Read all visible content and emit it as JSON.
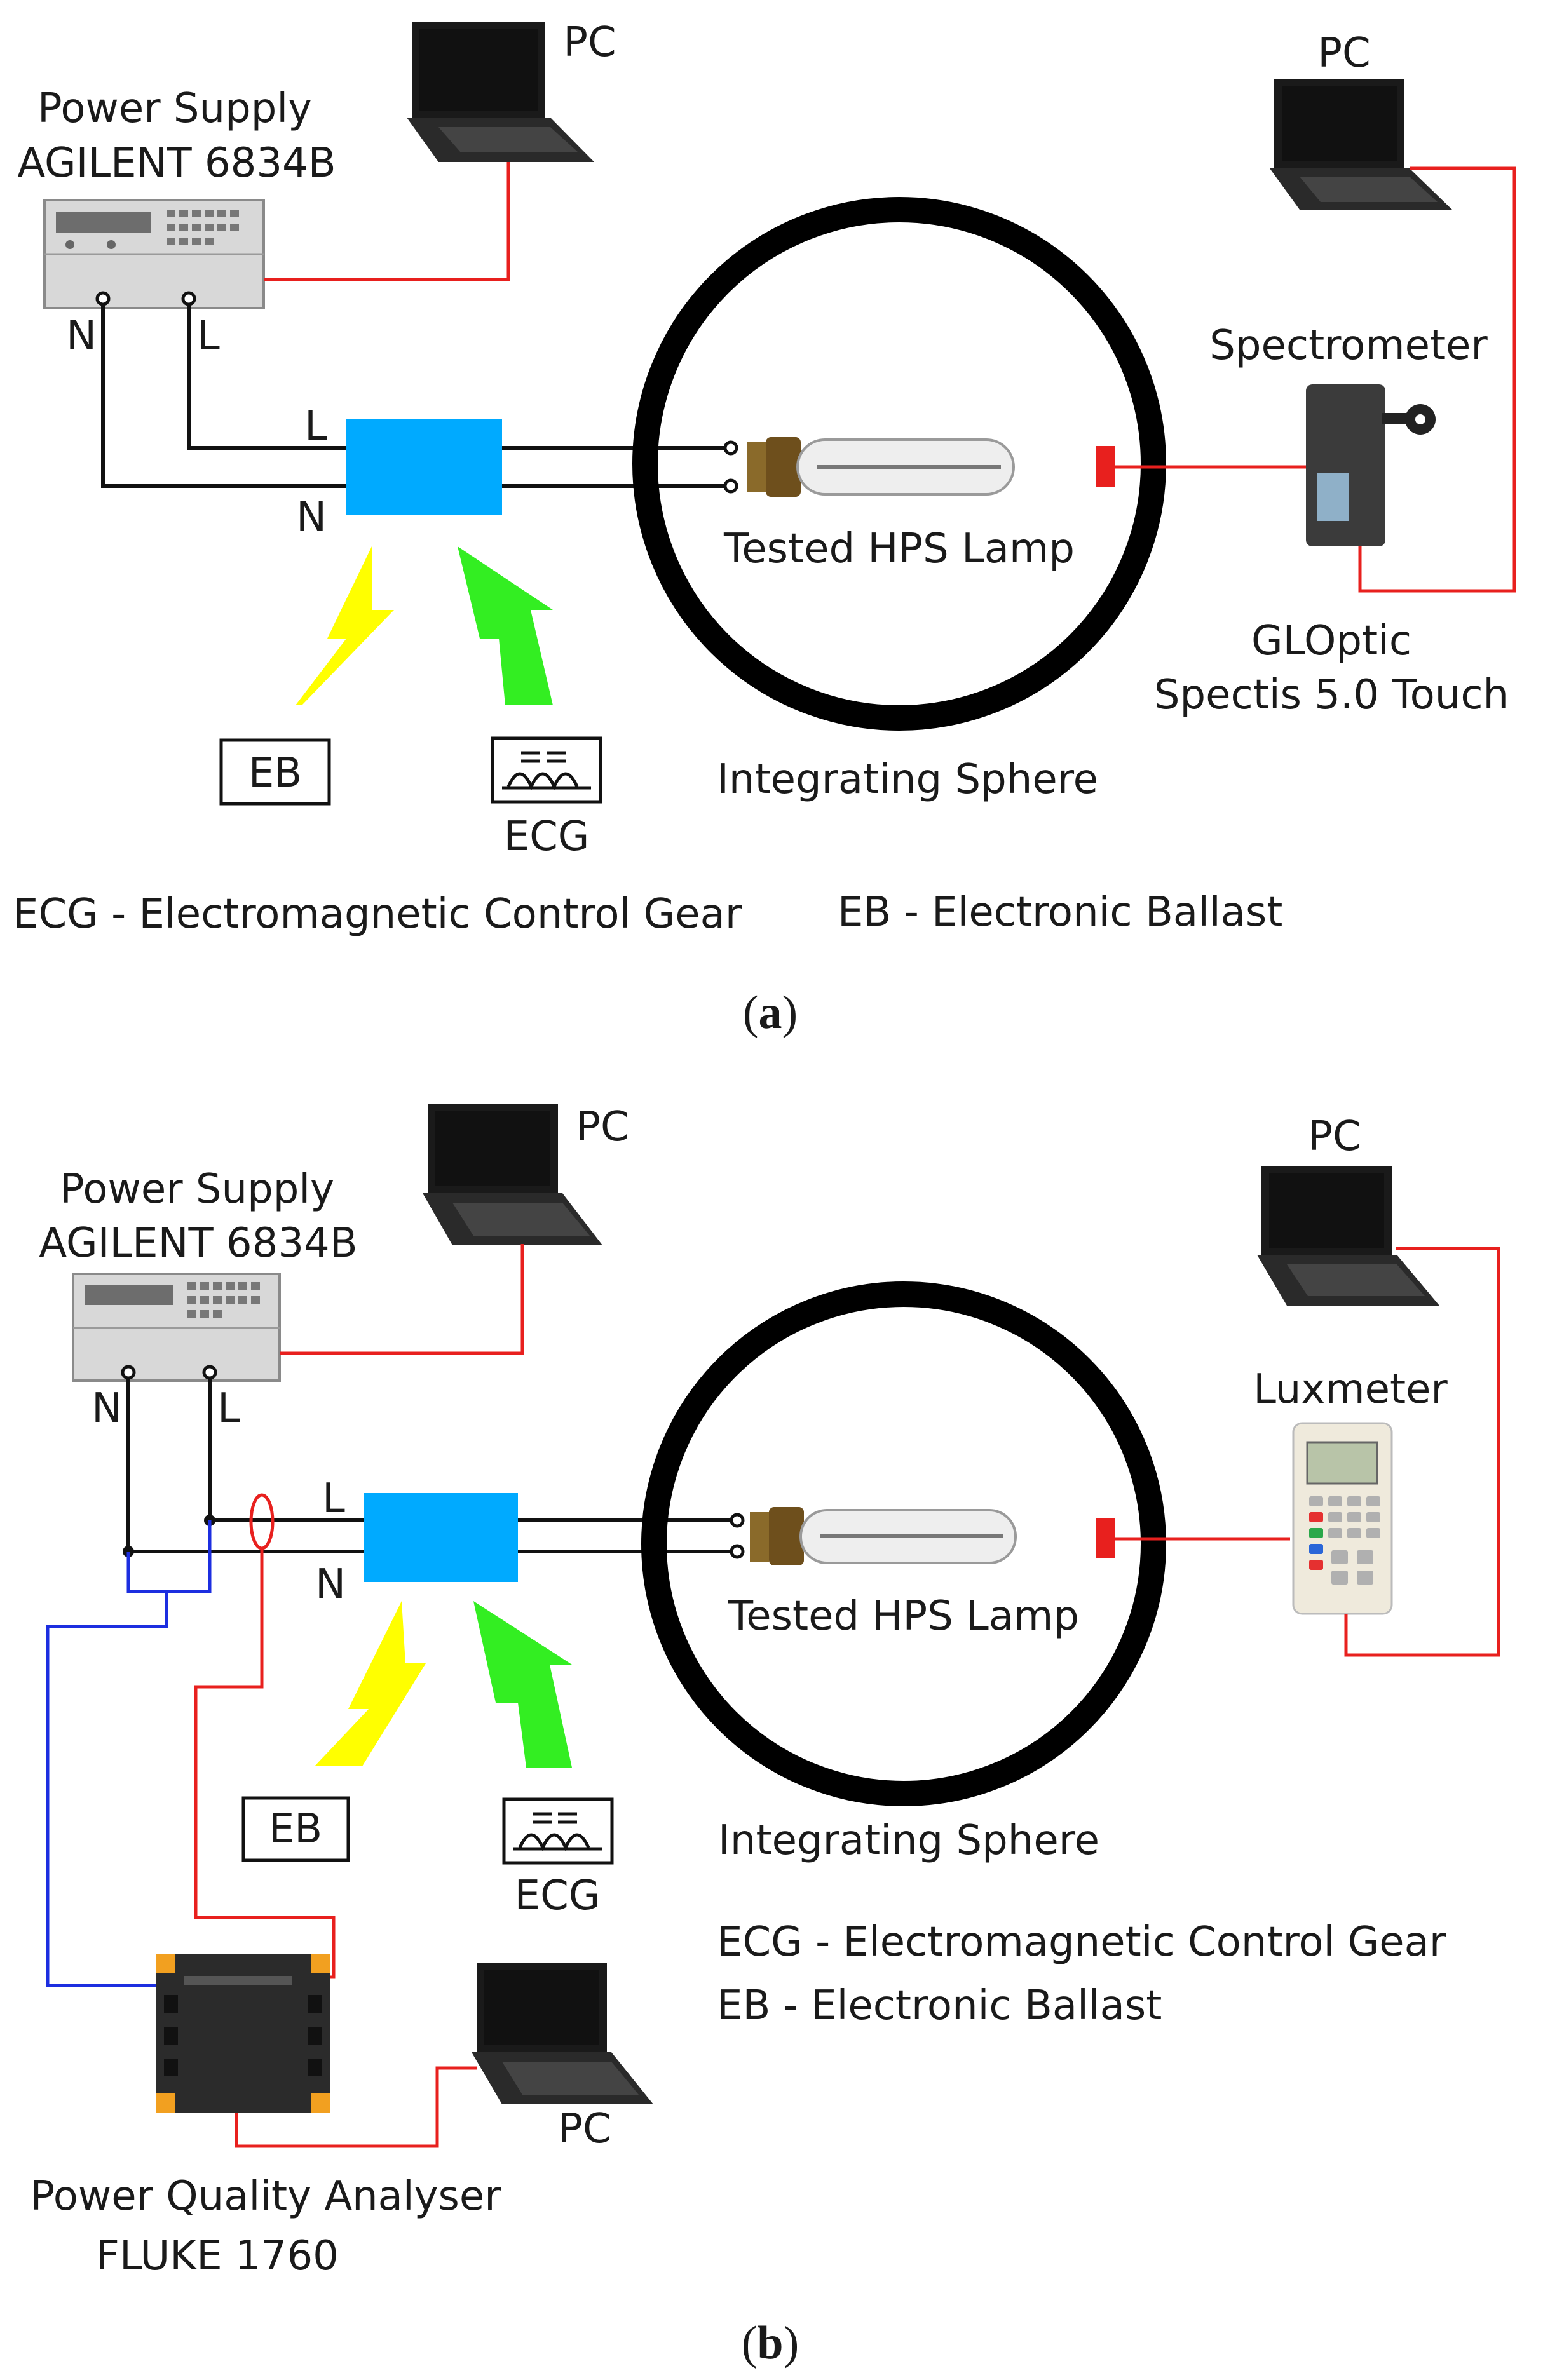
{
  "panel_a": {
    "power_supply_line1": "Power Supply",
    "power_supply_line2": "AGILENT 6834B",
    "pc_label": "PC",
    "pc_right_label": "PC",
    "spectrometer_label": "Spectrometer",
    "spectrometer_model_line1": "GLOptic",
    "spectrometer_model_line2": "Spectis 5.0 Touch",
    "terminal_n": "N",
    "terminal_l": "L",
    "line_l": "L",
    "line_n": "N",
    "lamp_label": "Tested HPS Lamp",
    "sphere_label": "Integrating Sphere",
    "eb_box": "EB",
    "ecg_label": "ECG",
    "legend_ecg": "ECG - Electromagnetic Control Gear",
    "legend_eb": "EB - Electronic Ballast",
    "caption_open": "(",
    "caption_letter": "a",
    "caption_close": ")"
  },
  "panel_b": {
    "power_supply_line1": "Power Supply",
    "power_supply_line2": "AGILENT 6834B",
    "pc_label": "PC",
    "pc_right_label": "PC",
    "pc_bottom_label": "PC",
    "luxmeter_label": "Luxmeter",
    "terminal_n": "N",
    "terminal_l": "L",
    "line_l": "L",
    "line_n": "N",
    "lamp_label": "Tested HPS Lamp",
    "sphere_label": "Integrating Sphere",
    "eb_box": "EB",
    "ecg_label": "ECG",
    "legend_ecg": "ECG - Electromagnetic Control Gear",
    "legend_eb": "EB - Electronic Ballast",
    "analyser_line1": "Power Quality Analyser",
    "analyser_line2": "FLUKE 1760",
    "caption_open": "(",
    "caption_letter": "b",
    "caption_close": ")"
  },
  "colors": {
    "wire": "#111111",
    "signal_wire": "#e8201e",
    "measurement_wire": "#1c2ee0",
    "ballast_box": "#00aaff",
    "eb_arrow": "#ffff00",
    "ecg_arrow": "#33ee22",
    "sensor": "#e8201e"
  }
}
